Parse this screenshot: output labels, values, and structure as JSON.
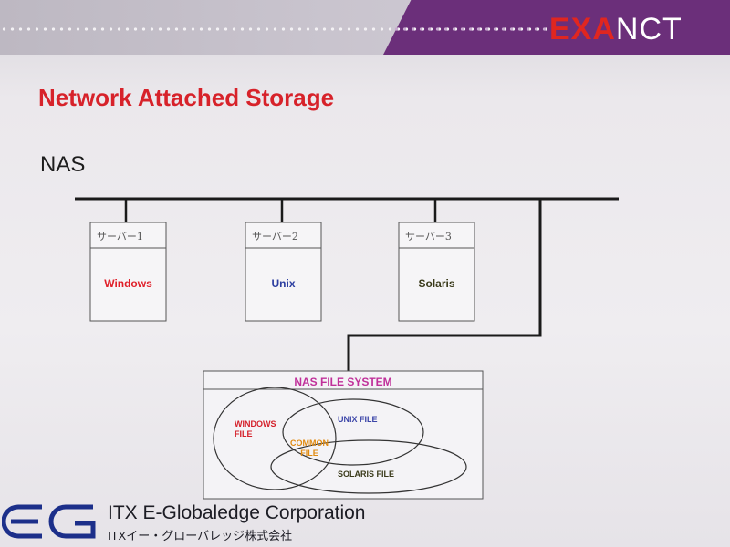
{
  "brand": {
    "part1": "EXA",
    "part2": "NCT"
  },
  "title": "Network Attached Storage",
  "subtitle": "NAS",
  "servers": [
    {
      "label": "サーバー1",
      "os": "Windows",
      "os_color": "#e0202a"
    },
    {
      "label": "サーバー2",
      "os": "Unix",
      "os_color": "#2c3ea0"
    },
    {
      "label": "サーバー3",
      "os": "Solaris",
      "os_color": "#3a3a1a"
    }
  ],
  "nas": {
    "title": "NAS FILE SYSTEM",
    "windows_file": "WINDOWS\nFILE",
    "unix_file": "UNIX FILE",
    "common_file": "COMMON\nFILE",
    "solaris_file": "SOLARIS FILE"
  },
  "footer": {
    "corp_en": "ITX E-Globaledge Corporation",
    "corp_jp": "ITXイー・グローバレッジ株式会社"
  },
  "colors": {
    "accent_red": "#d7222a",
    "purple": "#6b2f7a",
    "nas_title": "#c0309a"
  }
}
